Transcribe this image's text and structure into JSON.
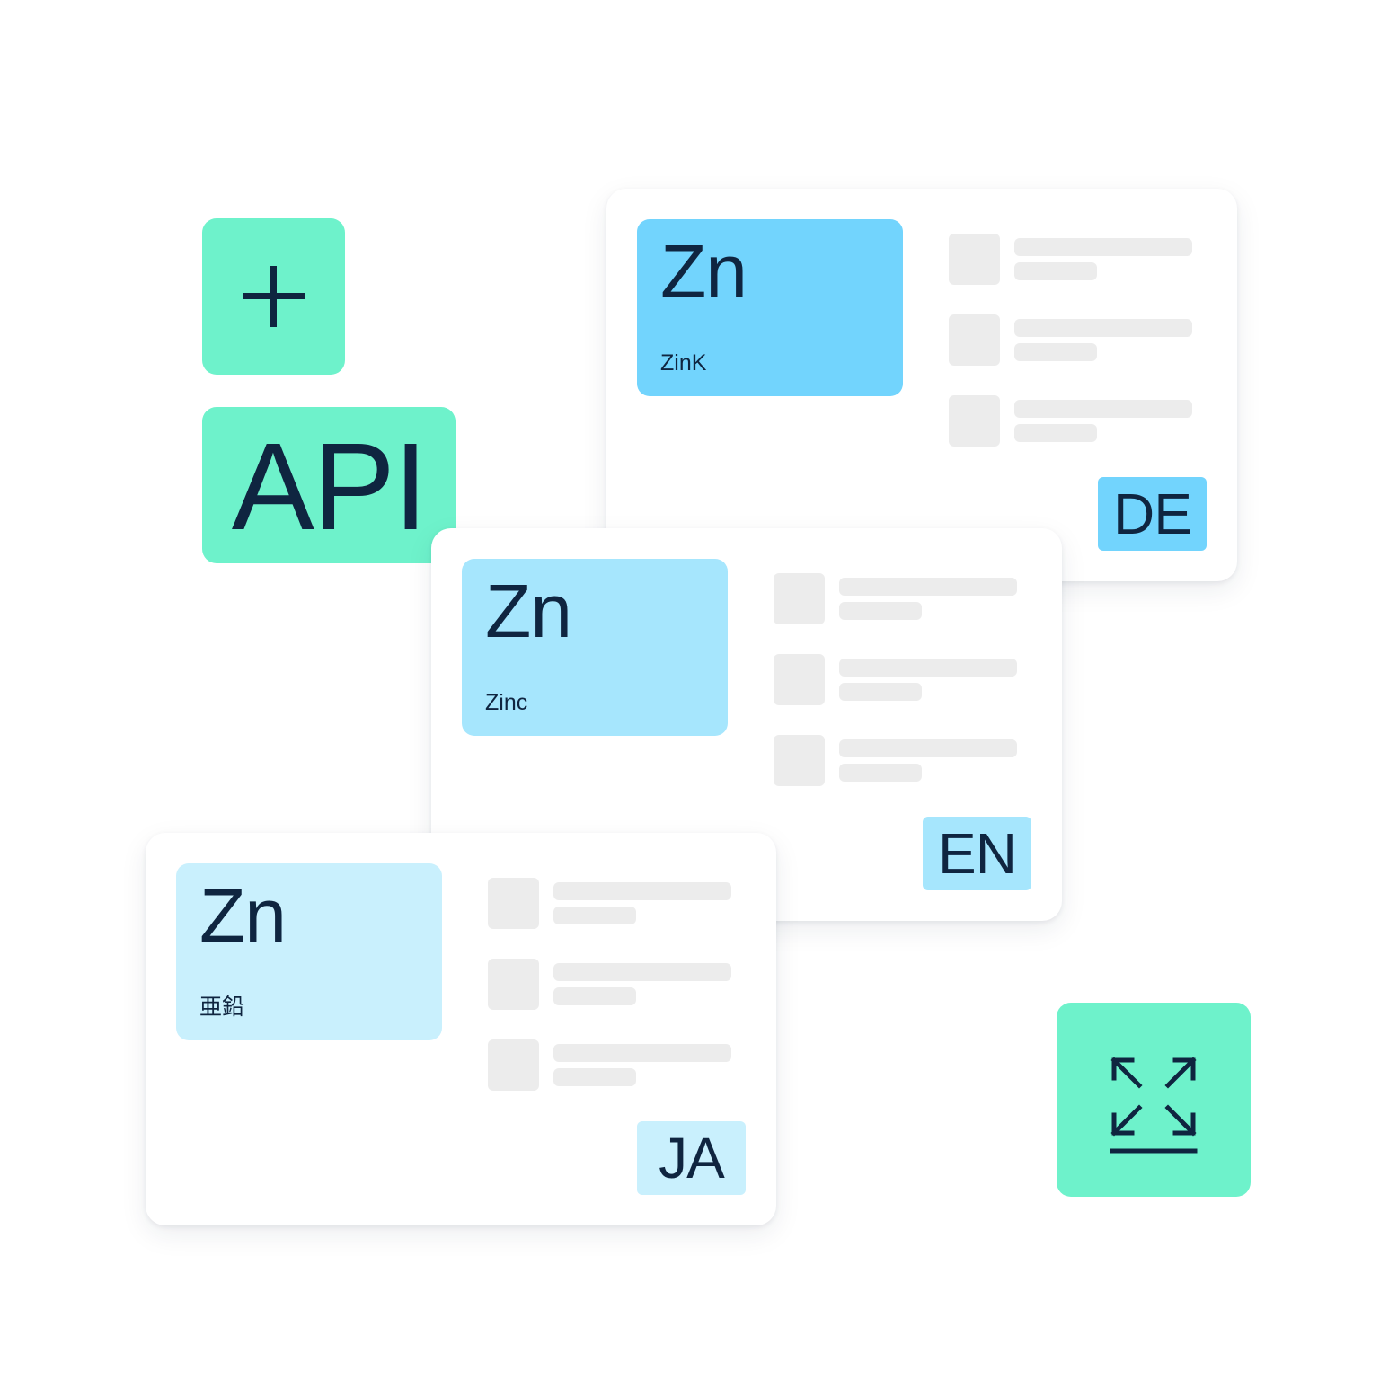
{
  "colors": {
    "tile_green": "#6ef2cb",
    "de_blue": "#72d4fd",
    "en_blue": "#a6e6fd",
    "ja_blue": "#c9f0fd",
    "text_navy": "#0f2540",
    "placeholder_gray": "#ececec"
  },
  "tiles": {
    "plus": {
      "icon": "plus-icon"
    },
    "api": {
      "label": "API"
    },
    "expand": {
      "icon": "expand-arrows-icon"
    }
  },
  "cards": [
    {
      "language": "DE",
      "symbol": "Zn",
      "name": "ZinK",
      "color": "#72d4fd"
    },
    {
      "language": "EN",
      "symbol": "Zn",
      "name": "Zinc",
      "color": "#a6e6fd"
    },
    {
      "language": "JA",
      "symbol": "Zn",
      "name": "亜鉛",
      "color": "#c9f0fd"
    }
  ]
}
